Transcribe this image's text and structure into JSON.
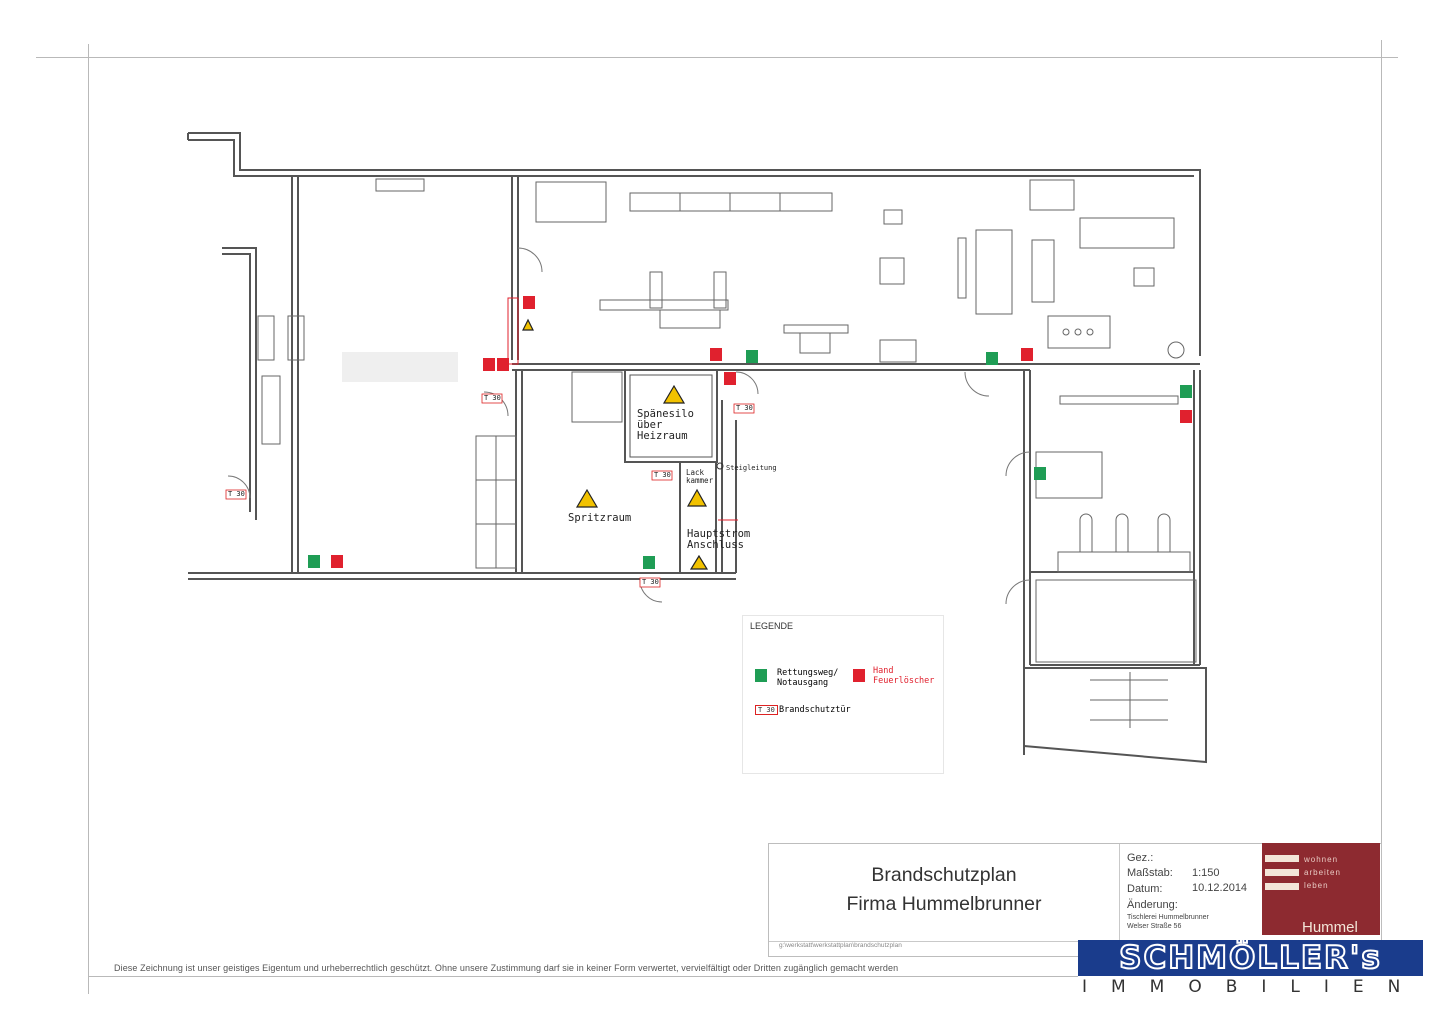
{
  "plan": {
    "rooms": {
      "spaenesilo": "Spänesilo\nüber\nHeizraum",
      "spritzraum": "Spritzraum",
      "lackkammer": "Lack\nkammer",
      "hauptstrom": "Hauptstrom\nAnschluss",
      "steigleitung": "Steigleitung"
    },
    "door_tag": "T 30",
    "colors": {
      "exit": "#1f9d55",
      "extinguisher": "#e0212e",
      "hazard": "#f2c200",
      "wall": "#555555"
    }
  },
  "legend": {
    "title": "LEGENDE",
    "exit_label": "Rettungsweg/\nNotausgang",
    "extinguisher_label": "Hand\nFeuerlöscher",
    "door_tag": "T 30",
    "door_label": "Brandschutztür"
  },
  "title_block": {
    "line1": "Brandschutzplan",
    "line2": "Firma Hummelbrunner",
    "path": "g:\\werkstatt\\werkstattplan\\brandschutzplan",
    "gez_label": "Gez.:",
    "massstab_label": "Maßstab:",
    "massstab_value": "1:150",
    "datum_label": "Datum:",
    "datum_value": "10.12.2014",
    "aenderung_label": "Änderung:",
    "address1": "Tischlerei Hummelbrunner",
    "address2": "Welser Straße 56"
  },
  "brand": {
    "words": [
      "wohnen",
      "arbeiten",
      "leben"
    ],
    "name": "Hummel"
  },
  "footer": "Diese Zeichnung ist unser geistiges Eigentum und urheberrechtlich geschützt. Ohne unsere Zustimmung darf sie in keiner Form verwertet, vervielfältigt oder Dritten zugänglich gemacht werden",
  "logo": {
    "name": "SCHMÖLLER's",
    "sub": "IMMOBILIEN"
  }
}
